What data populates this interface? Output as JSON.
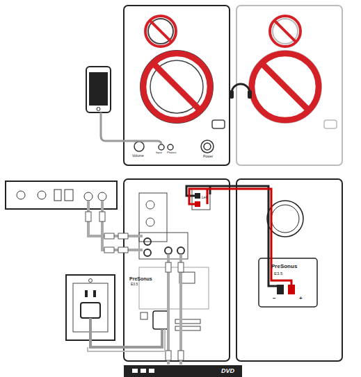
{
  "diagram": {
    "labels": [
      "Volume",
      "Input",
      "Phones",
      "Power",
      "Left",
      "PreSonus",
      "E3.5",
      "DVD",
      "PreSonus",
      "E3.5",
      "−",
      "+"
    ]
  }
}
